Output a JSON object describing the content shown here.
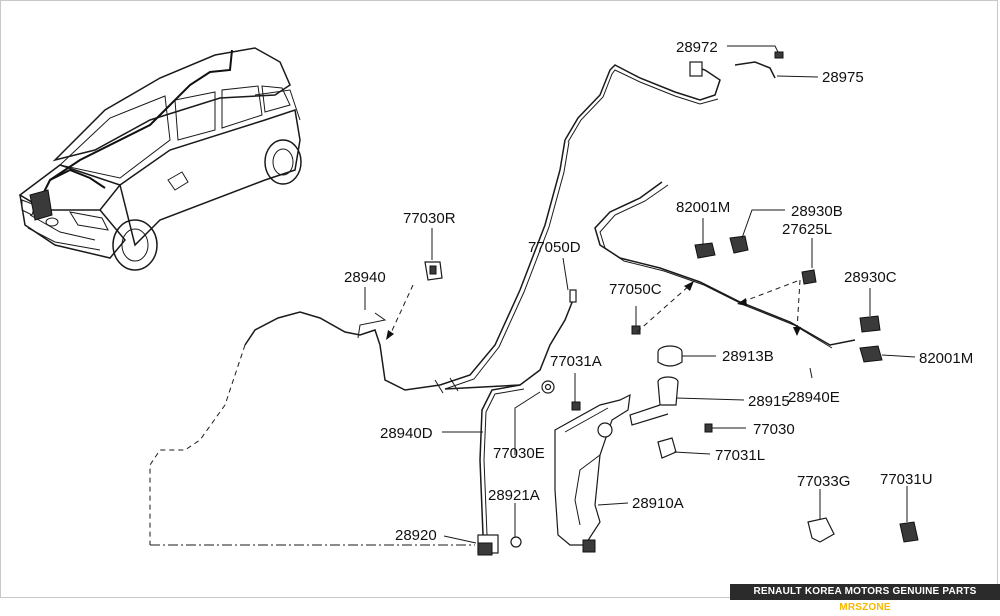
{
  "labels": {
    "p28972": "28972",
    "p28975": "28975",
    "p77030R": "77030R",
    "p28940": "28940",
    "p77050D": "77050D",
    "p82001M_top": "82001M",
    "p28930B": "28930B",
    "p27625L": "27625L",
    "p28930C": "28930C",
    "p77050C": "77050C",
    "p28913B": "28913B",
    "p82001M_right": "82001M",
    "p77031A": "77031A",
    "p28915": "28915",
    "p28940E": "28940E",
    "p28940D": "28940D",
    "p77030": "77030",
    "p77030E": "77030E",
    "p77031L": "77031L",
    "p77033G": "77033G",
    "p77031U": "77031U",
    "p28921A": "28921A",
    "p28910A": "28910A",
    "p28920": "28920"
  },
  "footer": {
    "text": "RENAULT KOREA MOTORS GENUINE PARTS",
    "brand": "MRSZONE",
    "background": "#2b2b2b",
    "accent": "#f5b700"
  }
}
